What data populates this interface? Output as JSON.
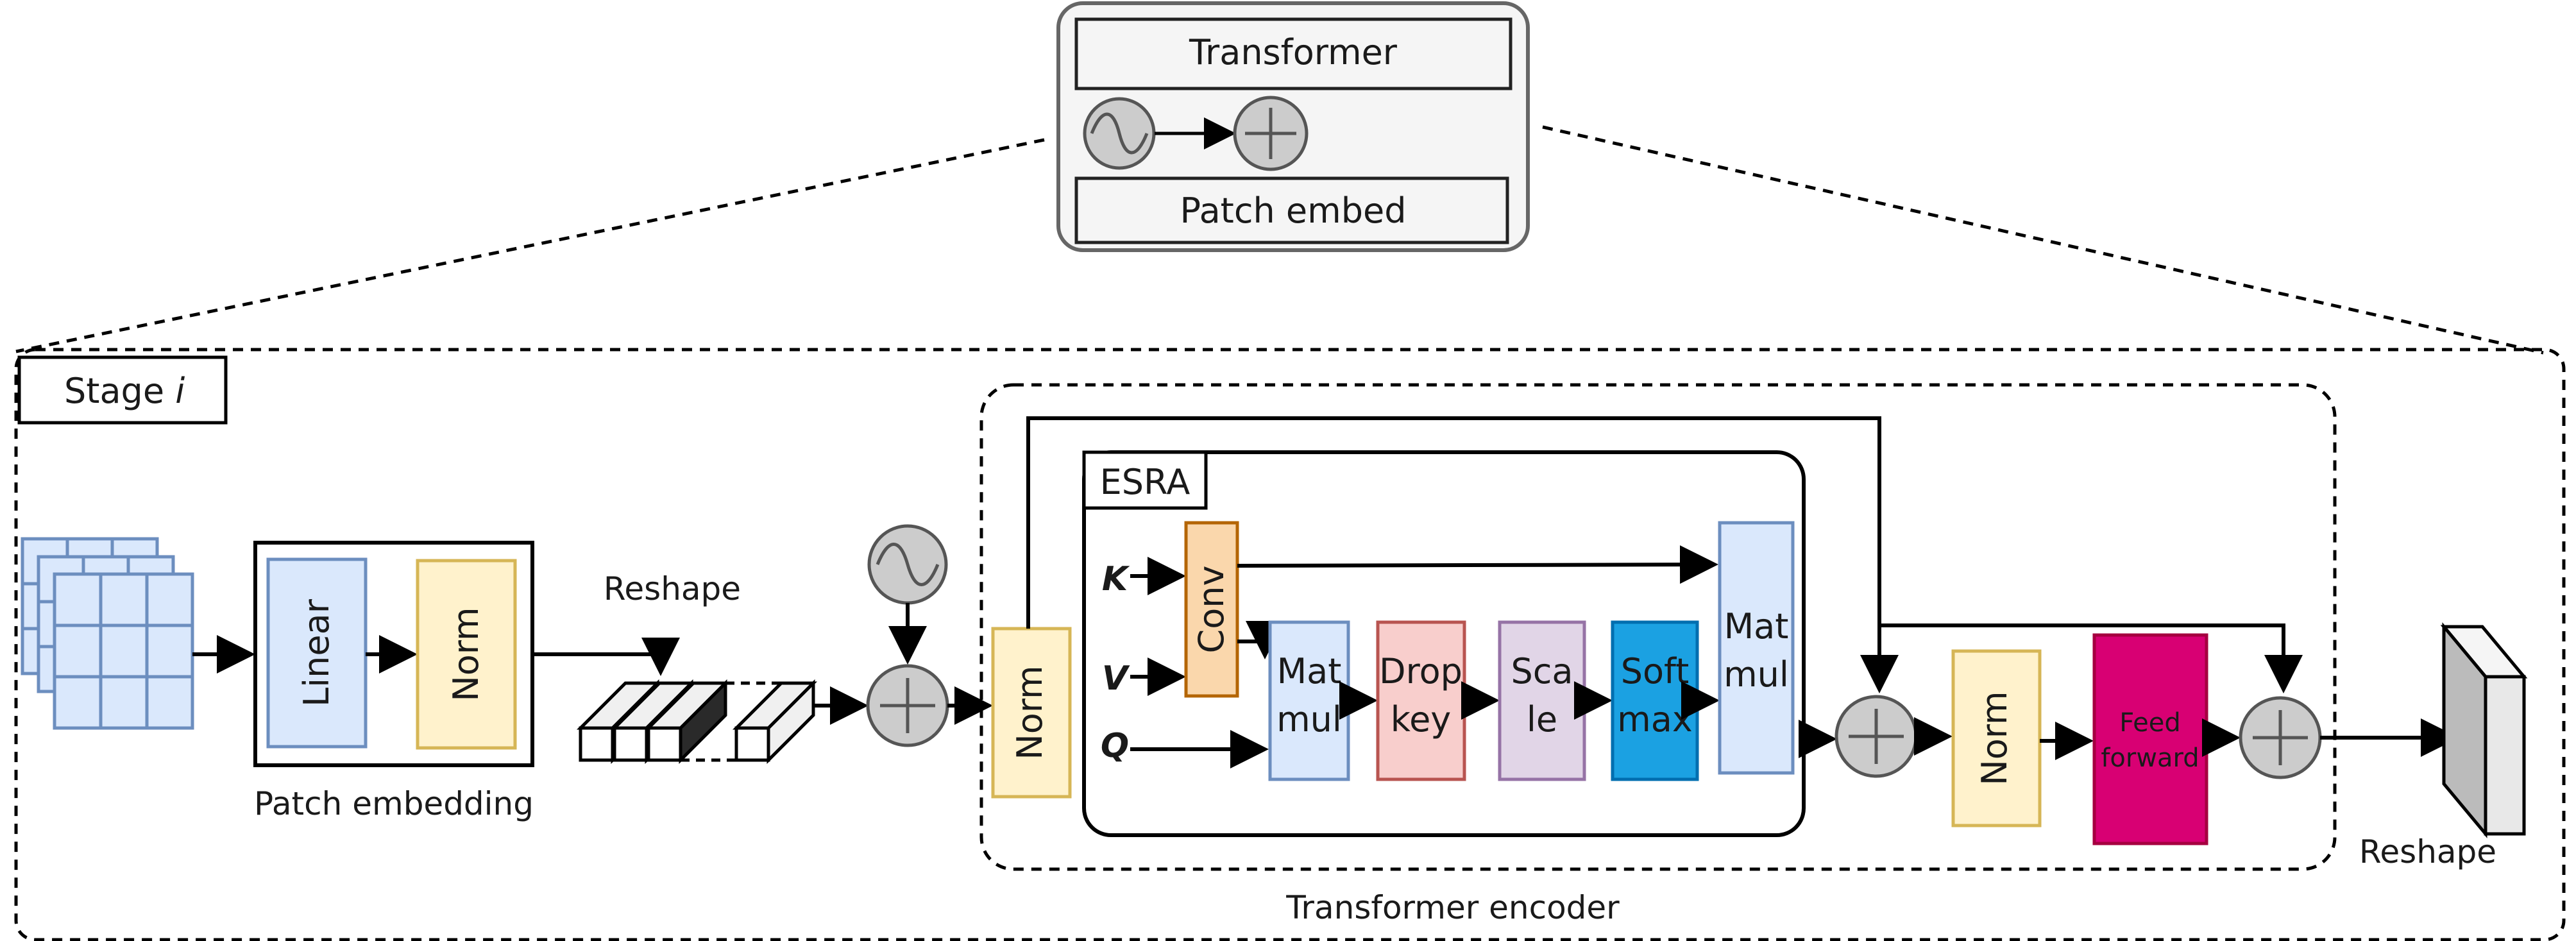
{
  "top_box": {
    "title": "Transformer",
    "bottom": "Patch embed"
  },
  "stage": {
    "label": "Stage",
    "index": "i"
  },
  "patch_embedding": {
    "caption": "Patch embedding",
    "linear": "Linear",
    "norm": "Norm"
  },
  "reshape_in": "Reshape",
  "reshape_out": "Reshape",
  "encoder": {
    "caption": "Transformer encoder",
    "norm1": "Norm",
    "norm2": "Norm",
    "ff_line1": "Feed",
    "ff_line2": "forward"
  },
  "esra": {
    "title": "ESRA",
    "inputs": {
      "k": "K",
      "v": "V",
      "q": "Q"
    },
    "conv": "Conv",
    "matmul1": [
      "Mat",
      "mul"
    ],
    "dropkey": [
      "Drop",
      "key"
    ],
    "scale": [
      "Sca",
      "le"
    ],
    "softmax": [
      "Soft",
      "max"
    ],
    "matmul2": [
      "Mat",
      "mul"
    ]
  },
  "colors": {
    "blue_fill": "#dae8fc",
    "blue_stroke": "#6c8ebf",
    "yellow_fill": "#fff2cc",
    "yellow_stroke": "#d6b656",
    "orange_fill": "#fad7ac",
    "orange_stroke": "#b46504",
    "red_fill": "#f8cecc",
    "red_stroke": "#b85450",
    "purple_fill": "#e1d5e7",
    "purple_stroke": "#9673a6",
    "softmax_fill": "#1ba1e2",
    "softmax_stroke": "#006eaf",
    "ff_fill": "#d80073",
    "ff_stroke": "#a50040",
    "circle_fill": "#cccccc",
    "circle_stroke": "#555555",
    "panel_fill": "#f5f5f5",
    "panel_stroke": "#666666"
  }
}
